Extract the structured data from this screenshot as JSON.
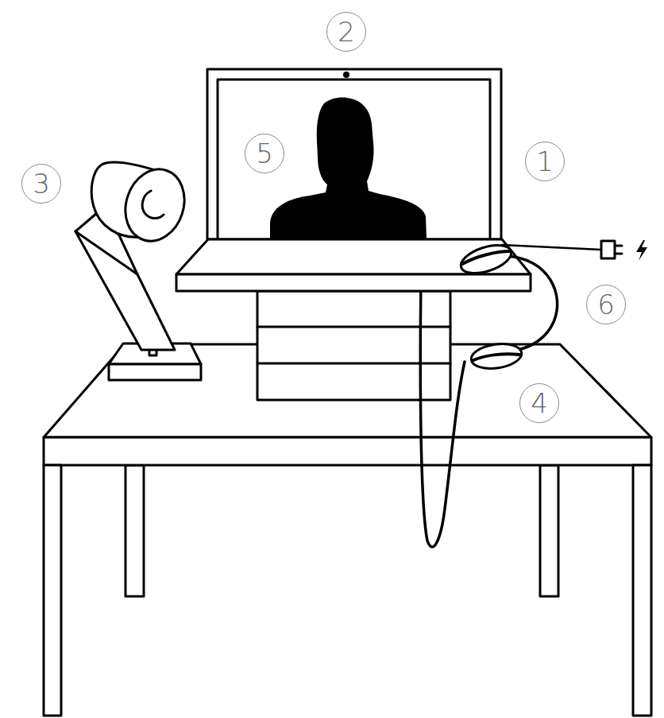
{
  "diagram": {
    "labels": [
      "2",
      "5",
      "1",
      "3",
      "6",
      "4"
    ]
  }
}
